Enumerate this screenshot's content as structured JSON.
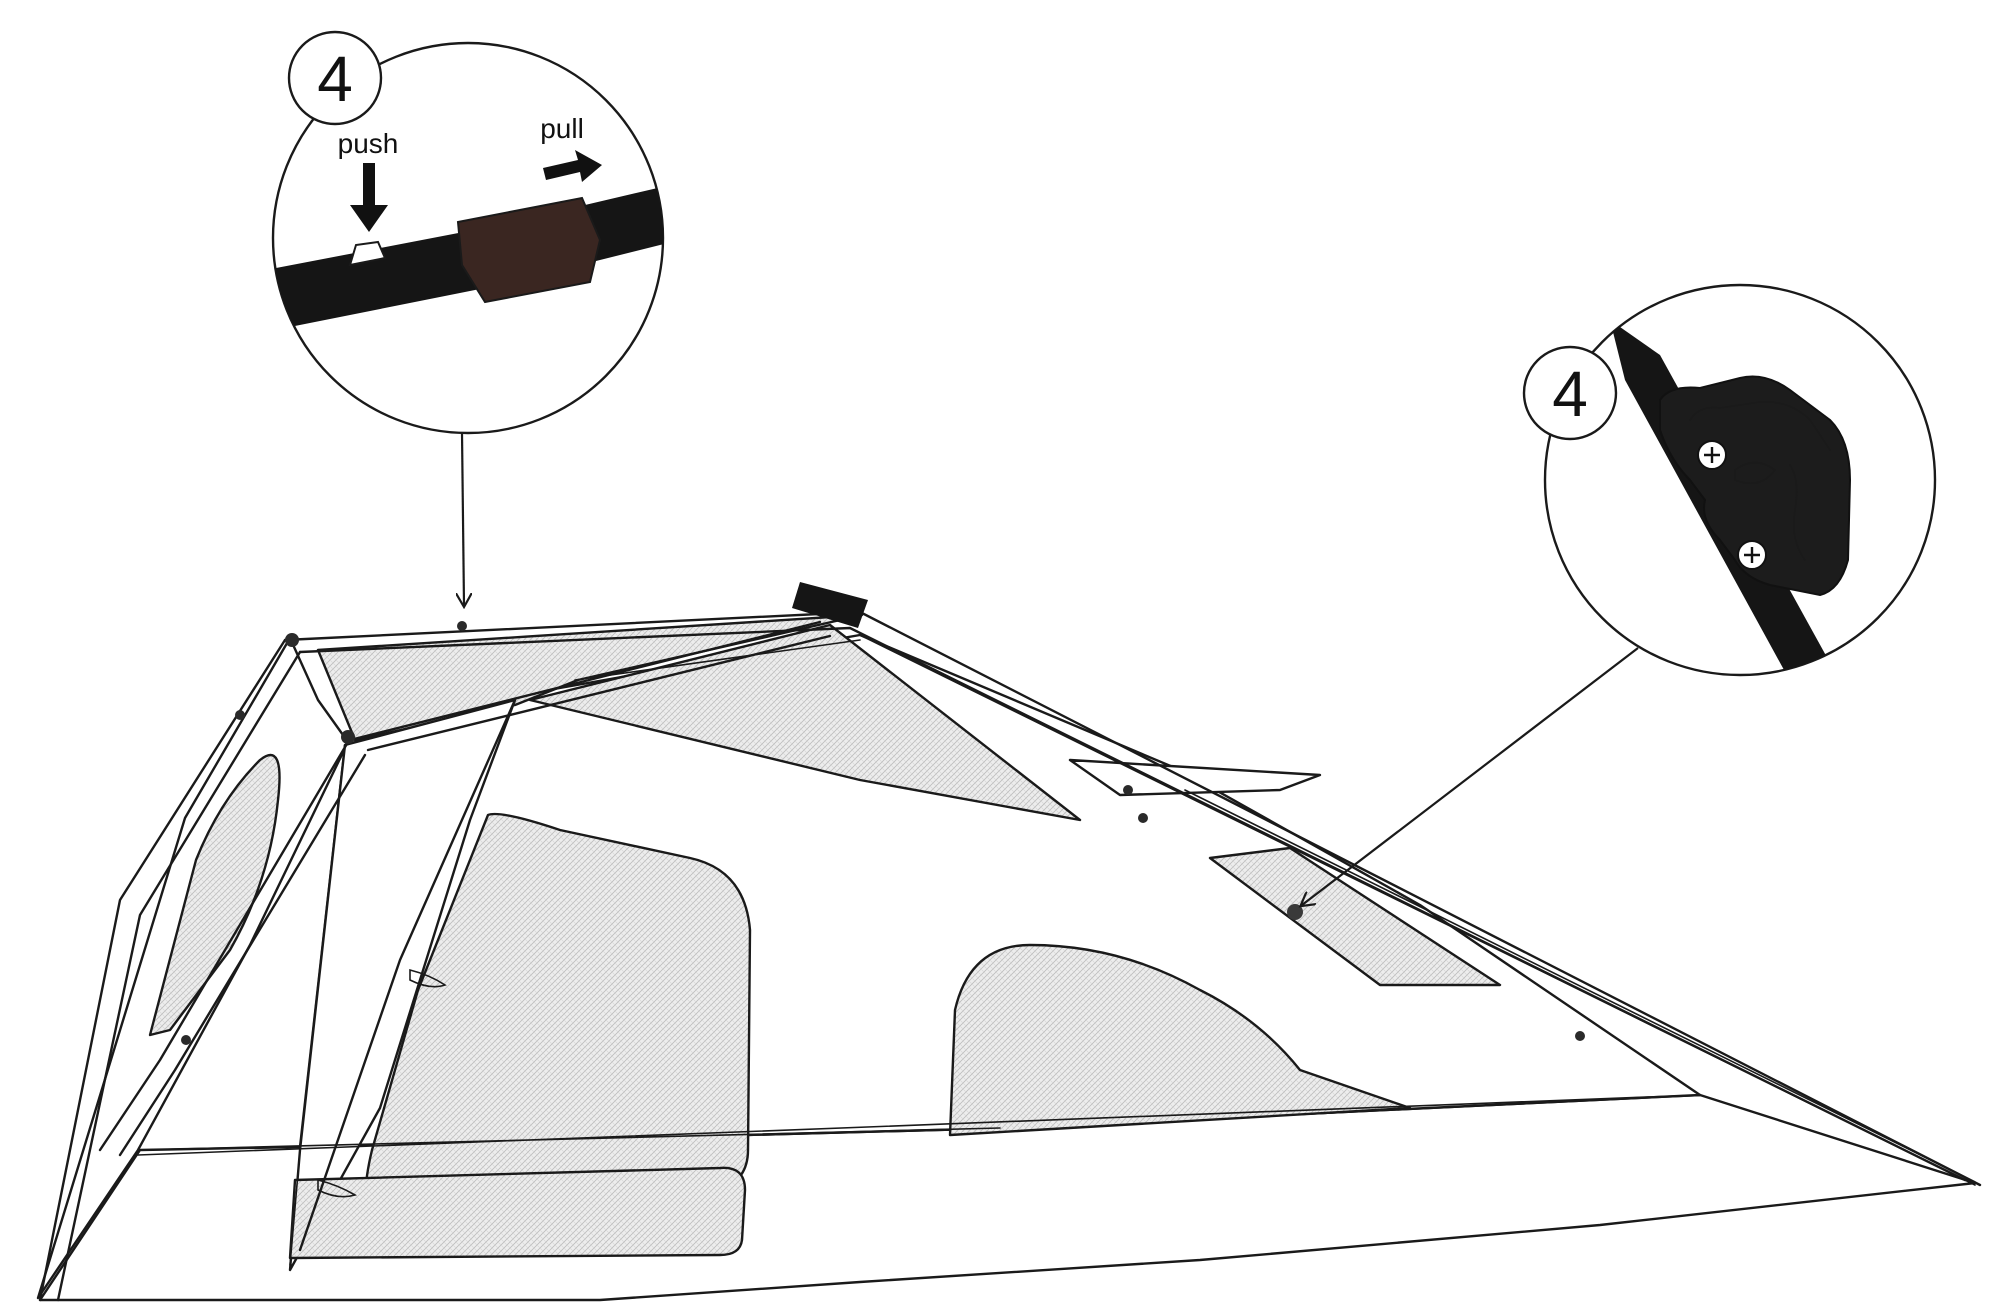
{
  "callouts": [
    {
      "step": "4",
      "labels": {
        "push": "push",
        "pull": "pull"
      }
    },
    {
      "step": "4"
    }
  ],
  "icons": {
    "push_arrow": "arrow-down-icon",
    "pull_arrow": "arrow-right-icon",
    "pointer": "leader-arrow-icon"
  },
  "colors": {
    "line": "#1a1a1a",
    "mesh": "#e6e6e6",
    "pole": "#151515",
    "sleeve": "#3a2621",
    "background": "#ffffff"
  }
}
